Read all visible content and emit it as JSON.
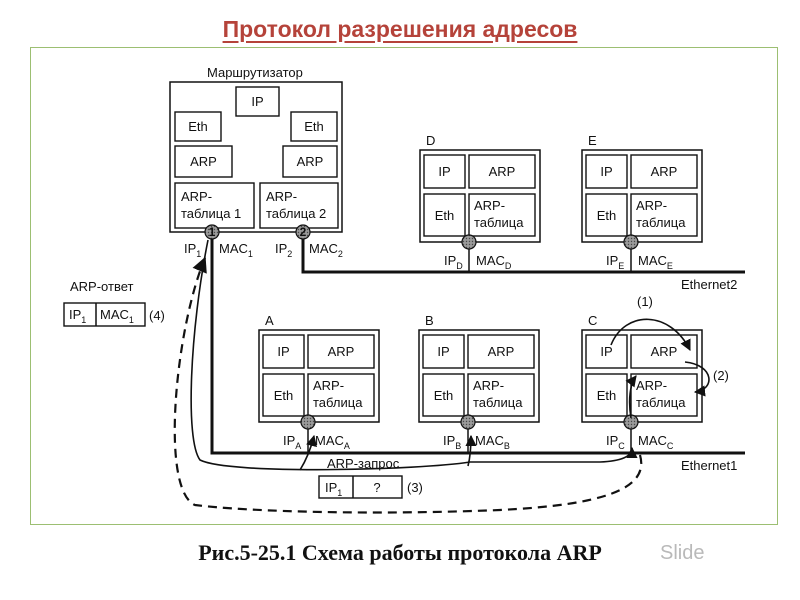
{
  "slide": {
    "title": "Протокол разрешения адресов",
    "caption": "Рис.5-25.1 Схема работы протокола ARP",
    "watermark": "Slide"
  },
  "router": {
    "name": "Маршрутизатор",
    "ip": "IP",
    "eth1": "Eth",
    "eth2": "Eth",
    "arp1": "ARP",
    "arp2": "ARP",
    "table1_line1": "ARP-",
    "table1_line2": "таблица 1",
    "table2_line1": "ARP-",
    "table2_line2": "таблица 2",
    "port1": "1",
    "port2": "2",
    "port1_ip": "IP",
    "port1_ip_sub": "1",
    "port1_mac": "MAC",
    "port1_mac_sub": "1",
    "port2_ip": "IP",
    "port2_ip_sub": "2",
    "port2_mac": "MAC",
    "port2_mac_sub": "2"
  },
  "hosts": [
    {
      "id": "D",
      "name": "D",
      "ip": "IP",
      "arp": "ARP",
      "eth": "Eth",
      "table_line1": "ARP-",
      "table_line2": "таблица",
      "addr_ip": "IP",
      "addr_ip_sub": "D",
      "addr_mac": "MAC",
      "addr_mac_sub": "D"
    },
    {
      "id": "E",
      "name": "E",
      "ip": "IP",
      "arp": "ARP",
      "eth": "Eth",
      "table_line1": "ARP-",
      "table_line2": "таблица",
      "addr_ip": "IP",
      "addr_ip_sub": "E",
      "addr_mac": "MAC",
      "addr_mac_sub": "E"
    },
    {
      "id": "A",
      "name": "A",
      "ip": "IP",
      "arp": "ARP",
      "eth": "Eth",
      "table_line1": "ARP-",
      "table_line2": "таблица",
      "addr_ip": "IP",
      "addr_ip_sub": "A",
      "addr_mac": "MAC",
      "addr_mac_sub": "A"
    },
    {
      "id": "B",
      "name": "B",
      "ip": "IP",
      "arp": "ARP",
      "eth": "Eth",
      "table_line1": "ARP-",
      "table_line2": "таблица",
      "addr_ip": "IP",
      "addr_ip_sub": "B",
      "addr_mac": "MAC",
      "addr_mac_sub": "B"
    },
    {
      "id": "C",
      "name": "C",
      "ip": "IP",
      "arp": "ARP",
      "eth": "Eth",
      "table_line1": "ARP-",
      "table_line2": "таблица",
      "addr_ip": "IP",
      "addr_ip_sub": "C",
      "addr_mac": "MAC",
      "addr_mac_sub": "C"
    }
  ],
  "networks": {
    "ethernet2": "Ethernet2",
    "ethernet1": "Ethernet1"
  },
  "messages": {
    "reply_label": "ARP-ответ",
    "reply_ip": "IP",
    "reply_ip_sub": "1",
    "reply_mac": "MAC",
    "reply_mac_sub": "1",
    "reply_step": "(4)",
    "request_label": "ARP-запрос",
    "request_ip": "IP",
    "request_ip_sub": "1",
    "request_unknown": "?",
    "request_step": "(3)",
    "step1": "(1)",
    "step2": "(2)"
  }
}
